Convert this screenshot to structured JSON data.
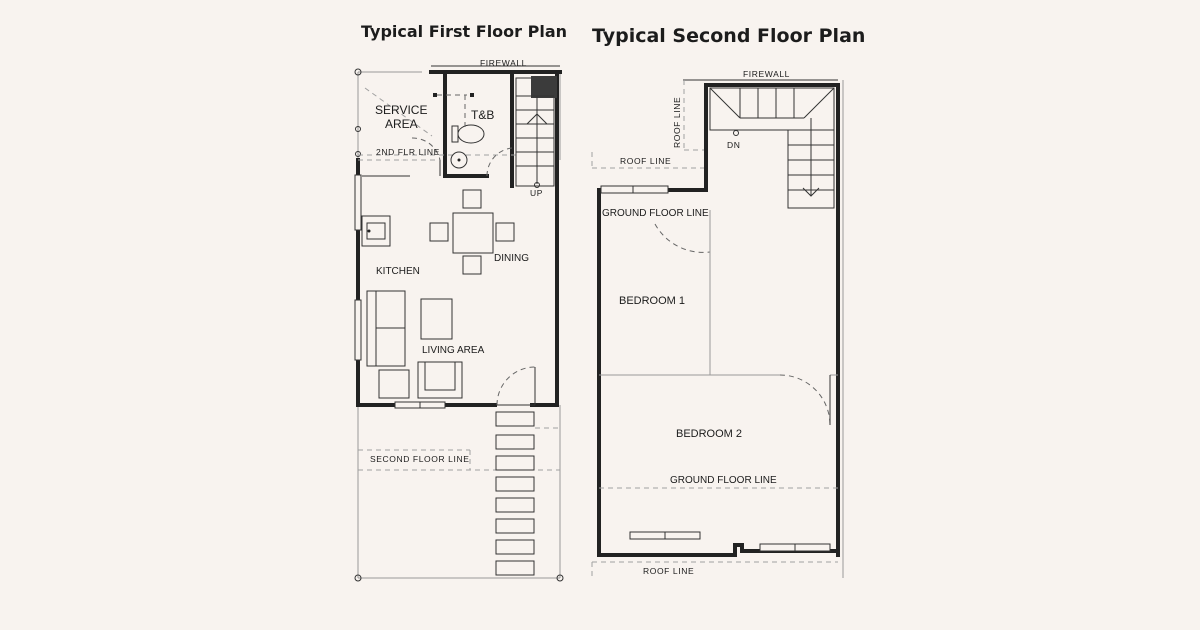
{
  "titles": {
    "first": "Typical First Floor Plan",
    "second": "Typical Second Floor Plan"
  },
  "first_floor": {
    "firewall": "FIREWALL",
    "service_area_line1": "SERVICE",
    "service_area_line2": "AREA",
    "tandb": "T&B",
    "second_flr_line": "2ND FLR LINE",
    "kitchen": "KITCHEN",
    "dining": "DINING",
    "living_area": "LIVING AREA",
    "stair_up": "UP",
    "second_floor_line": "SECOND FLOOR LINE"
  },
  "second_floor": {
    "firewall": "FIREWALL",
    "roof_line_vertical": "ROOF LINE",
    "roof_line_top": "ROOF LINE",
    "stair_down": "DN",
    "ground_floor_line_top": "GROUND FLOOR LINE",
    "bedroom1": "BEDROOM 1",
    "bedroom2": "BEDROOM 2",
    "ground_floor_line_bottom": "GROUND FLOOR LINE",
    "roof_line_bottom": "ROOF LINE"
  }
}
